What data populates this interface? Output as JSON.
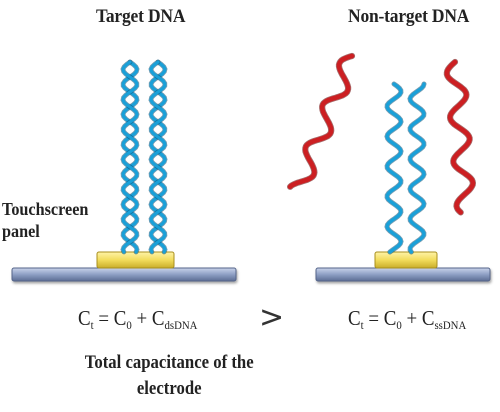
{
  "left_panel": {
    "title": "Target DNA",
    "side_label": "Touchscreen panel",
    "formula": {
      "C": "C",
      "t": "t",
      "eq": " = C",
      "zero": "0",
      "plus": " + C",
      "sub": "dsDNA"
    },
    "caption": "Total capacitance of the electrode"
  },
  "right_panel": {
    "title": "Non-target DNA",
    "formula": {
      "C": "C",
      "t": "t",
      "eq": " = C",
      "zero": "0",
      "plus": " + C",
      "sub": "ssDNA"
    }
  },
  "comparison_symbol": ">",
  "colors": {
    "dna_strand": "#1aa0d8",
    "non_target_strand": "#cc1f22",
    "electrode_pad": "#f2dc5c",
    "substrate": "#8e9fc4"
  }
}
